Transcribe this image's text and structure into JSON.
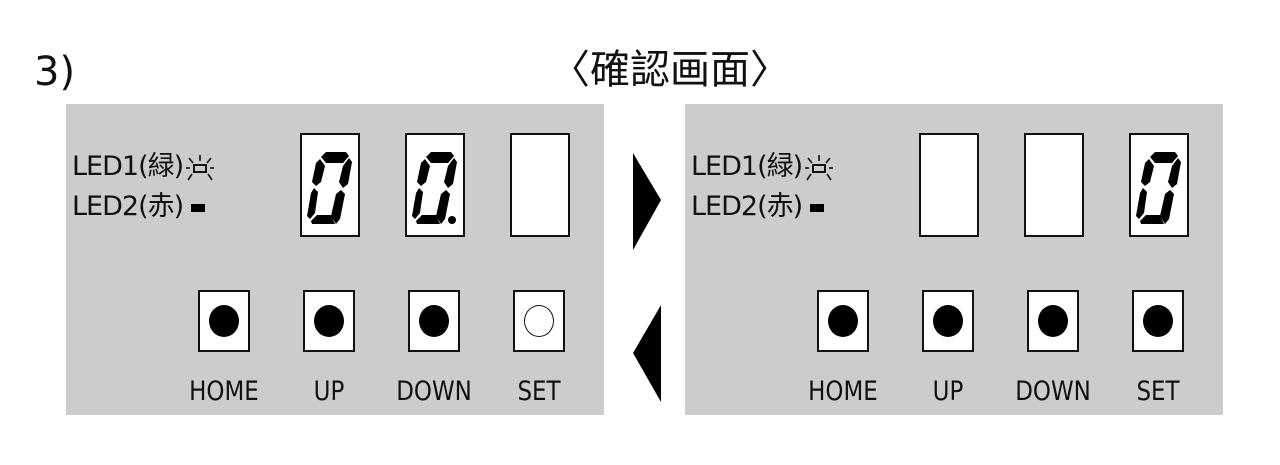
{
  "step": "3)",
  "title": "〈確認画面〉",
  "panels": [
    {
      "led1": "LED1(緑)",
      "led2": "LED2(赤)",
      "led1_state": "blinking",
      "led2_state": "off",
      "digits": [
        "0",
        "0.",
        ""
      ],
      "buttons": [
        {
          "label": "HOME",
          "state": "filled"
        },
        {
          "label": "UP",
          "state": "filled"
        },
        {
          "label": "DOWN",
          "state": "filled"
        },
        {
          "label": "SET",
          "state": "open"
        }
      ]
    },
    {
      "led1": "LED1(緑)",
      "led2": "LED2(赤)",
      "led1_state": "blinking",
      "led2_state": "off",
      "digits": [
        "",
        "",
        "0"
      ],
      "buttons": [
        {
          "label": "HOME",
          "state": "filled"
        },
        {
          "label": "UP",
          "state": "filled"
        },
        {
          "label": "DOWN",
          "state": "filled"
        },
        {
          "label": "SET",
          "state": "filled"
        }
      ]
    }
  ]
}
